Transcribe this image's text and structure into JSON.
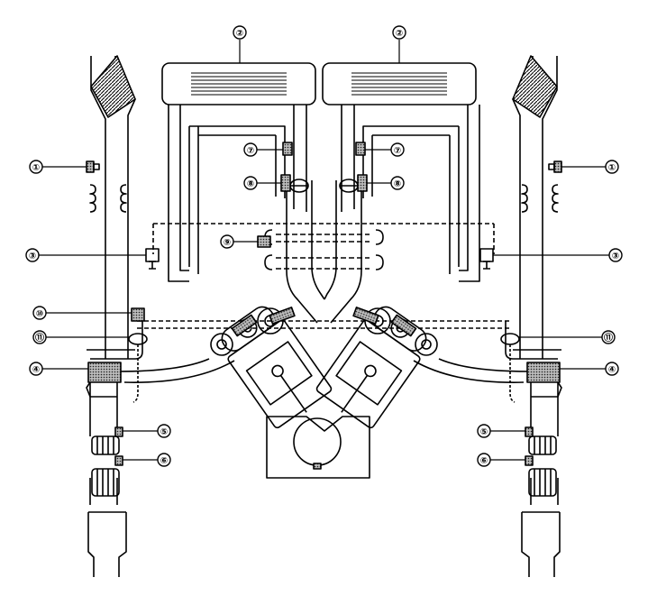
{
  "diagram": {
    "callouts": [
      {
        "id": "c2a",
        "label": "②",
        "target": "intake-plenum-left"
      },
      {
        "id": "c2b",
        "label": "②",
        "target": "intake-plenum-right"
      },
      {
        "id": "c7a",
        "label": "⑦",
        "target": "sensor-7-left"
      },
      {
        "id": "c7b",
        "label": "⑦",
        "target": "sensor-7-right"
      },
      {
        "id": "c8a",
        "label": "⑧",
        "target": "sensor-8-left"
      },
      {
        "id": "c8b",
        "label": "⑧",
        "target": "sensor-8-right"
      },
      {
        "id": "c1a",
        "label": "①",
        "target": "sensor-1-left"
      },
      {
        "id": "c1b",
        "label": "①",
        "target": "sensor-1-right"
      },
      {
        "id": "c9",
        "label": "⑨",
        "target": "valve-9"
      },
      {
        "id": "c3a",
        "label": "③",
        "target": "valve-3-left"
      },
      {
        "id": "c3b",
        "label": "③",
        "target": "valve-3-right"
      },
      {
        "id": "c10",
        "label": "⑩",
        "target": "sensor-10"
      },
      {
        "id": "c11a",
        "label": "⑪",
        "target": "sensor-11-left"
      },
      {
        "id": "c11b",
        "label": "⑪",
        "target": "sensor-11-right"
      },
      {
        "id": "c4a",
        "label": "④",
        "target": "catalyst-left"
      },
      {
        "id": "c4b",
        "label": "④",
        "target": "catalyst-right"
      },
      {
        "id": "c5a",
        "label": "⑤",
        "target": "o2-sensor-5-left"
      },
      {
        "id": "c5b",
        "label": "⑤",
        "target": "o2-sensor-5-right"
      },
      {
        "id": "c6a",
        "label": "⑥",
        "target": "o2-sensor-6-left"
      },
      {
        "id": "c6b",
        "label": "⑥",
        "target": "o2-sensor-6-right"
      }
    ]
  }
}
